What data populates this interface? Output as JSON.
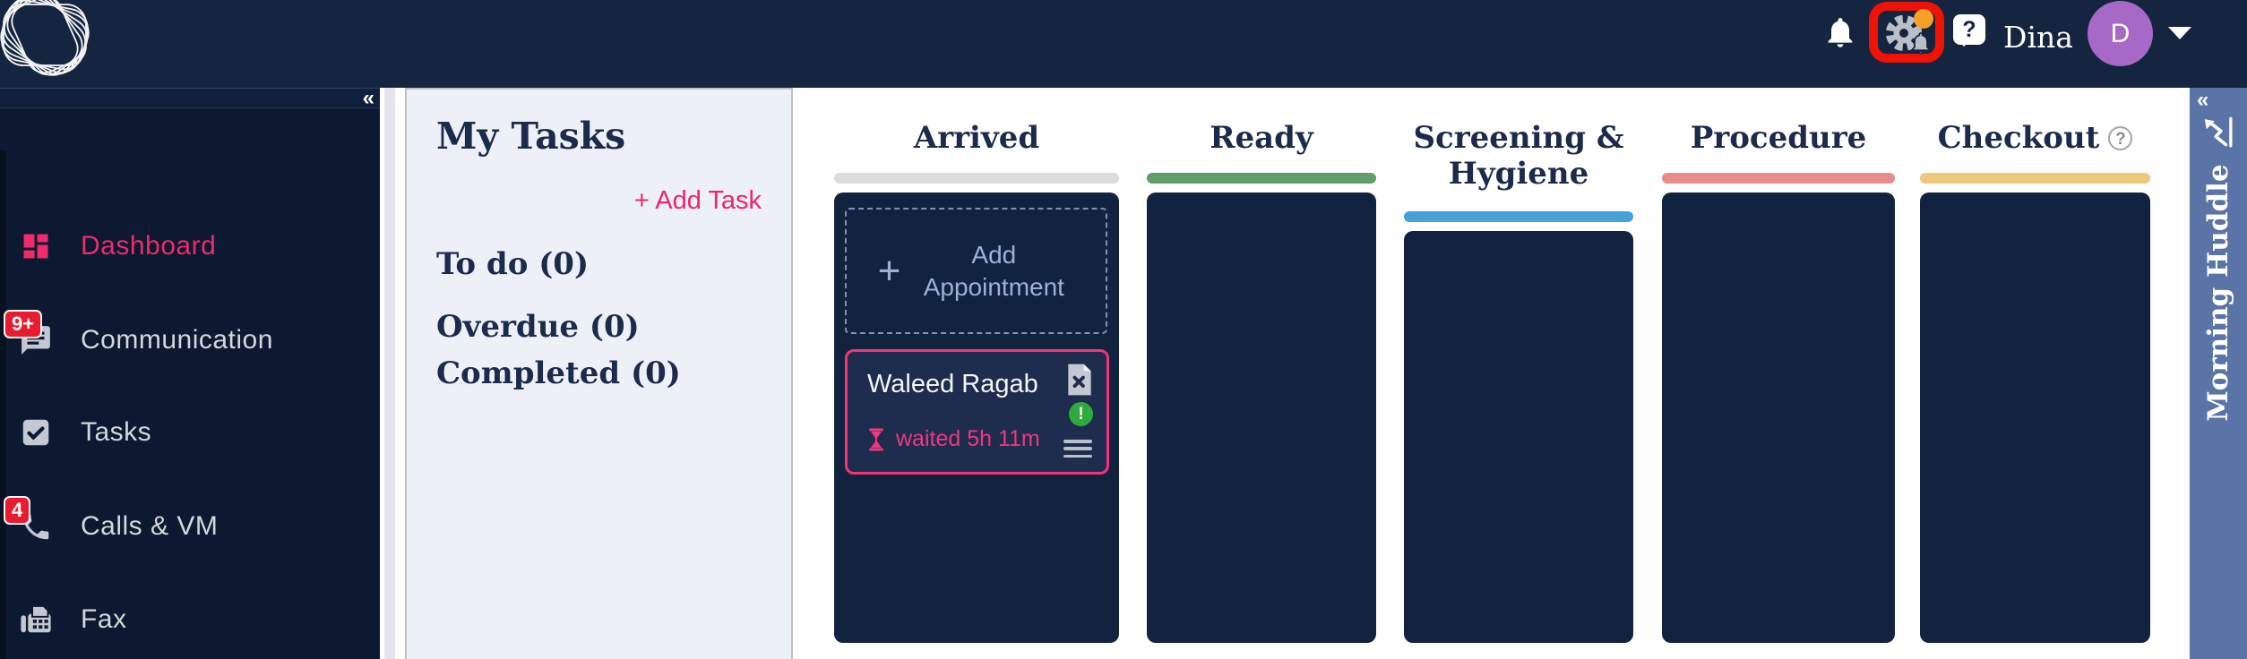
{
  "topbar": {
    "user_name": "Dina",
    "avatar_letter": "D",
    "help_glyph": "?",
    "colors": {
      "avatar_purple": "#a669c5",
      "annotation_red": "#ee1306",
      "orange_dot": "#f5a027"
    }
  },
  "sidebar": {
    "collapse_glyph": "«",
    "items": [
      {
        "label": "Dashboard",
        "active": true
      },
      {
        "label": "Communication",
        "badge": "9+"
      },
      {
        "label": "Tasks"
      },
      {
        "label": "Calls & VM",
        "badge": "4"
      },
      {
        "label": "Fax"
      }
    ]
  },
  "tasks_panel": {
    "title": "My Tasks",
    "add_task_label": "+ Add Task",
    "sections": [
      {
        "label": "To do (0)"
      },
      {
        "label": "Overdue (0)"
      },
      {
        "label": "Completed (0)"
      }
    ]
  },
  "board": {
    "columns": [
      {
        "name": "Arrived",
        "underline_color": "#dcdcdc"
      },
      {
        "name": "Ready",
        "underline_color": "#5d9e6b"
      },
      {
        "name": "Screening & Hygiene",
        "underline_color": "#45a1d8"
      },
      {
        "name": "Procedure",
        "underline_color": "#e98c8c"
      },
      {
        "name": "Checkout",
        "underline_color": "#edc87d",
        "help_glyph": "?"
      }
    ],
    "add_appointment": {
      "plus_glyph": "+",
      "label": "Add Appointment"
    },
    "card": {
      "patient_name": "Waleed Ragab",
      "wait_label": "waited 5h 11m",
      "alert_glyph": "!"
    }
  },
  "right_rail": {
    "collapse_glyph": "«",
    "title": "Morning Huddle",
    "color": "#5b74a8"
  },
  "colors": {
    "accent_pink": "#ee2b6c",
    "badge_red": "#e81c2e",
    "column_navy": "#12233f",
    "panel_bg": "#edf1f7"
  }
}
